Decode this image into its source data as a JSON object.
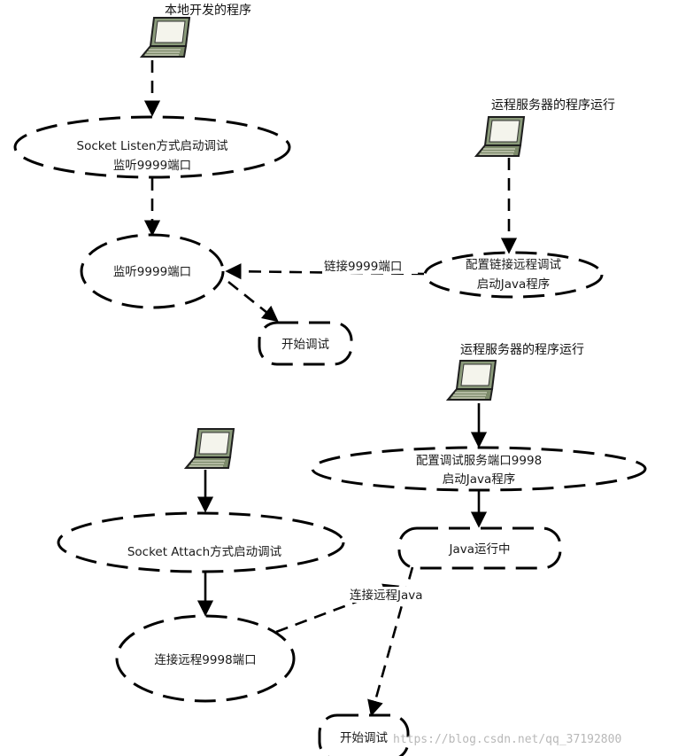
{
  "diagram": {
    "captions": {
      "local_program": "本地开发的程序",
      "remote_program_1": "运程服务器的程序运行",
      "remote_program_2": "运程服务器的程序运行"
    },
    "nodes": {
      "socket_listen": {
        "line1": "Socket Listen方式启动调试",
        "line2": "监听9999端口"
      },
      "listen_port": "监听9999端口",
      "start_debug_1": "开始调试",
      "config_link": {
        "line1": "配置链接远程调试",
        "line2": "启动Java程序"
      },
      "config_port": {
        "line1": "配置调试服务端口9998",
        "line2": "启动Java程序"
      },
      "java_running": "Java运行中",
      "socket_attach": "Socket Attach方式启动调试",
      "connect_port": "连接远程9998端口",
      "start_debug_2": "开始调试"
    },
    "edges": {
      "link_9999": "链接9999端口",
      "connect_java": "连接远程Java"
    },
    "icons": [
      "laptop-icon",
      "laptop-icon",
      "laptop-icon",
      "laptop-icon"
    ],
    "watermark": "https://blog.csdn.net/qq_37192800"
  }
}
